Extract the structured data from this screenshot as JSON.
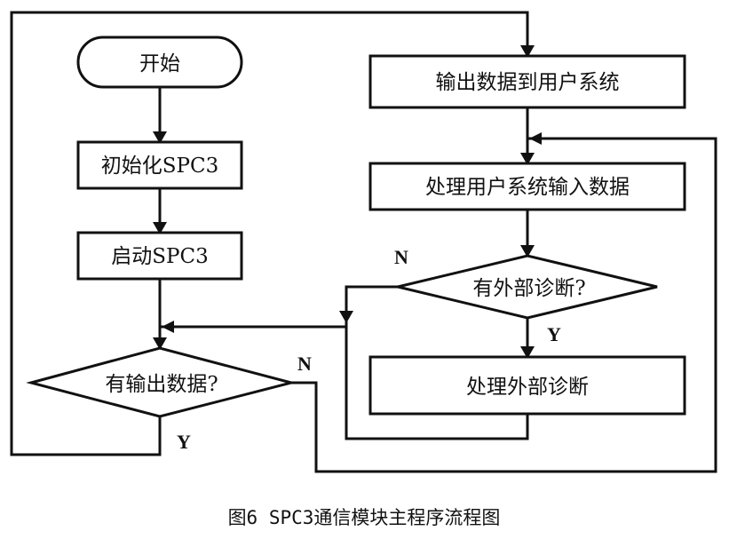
{
  "nodes": {
    "start": "开始",
    "init": "初始化SPC3",
    "launch": "启动SPC3",
    "has_output": "有输出数据?",
    "output_to_user": "输出数据到用户系统",
    "process_input": "处理用户系统输入数据",
    "has_diag": "有外部诊断?",
    "process_diag": "处理外部诊断"
  },
  "labels": {
    "no_right": "N",
    "yes_bottom": "Y",
    "no_left": "N",
    "yes_down": "Y"
  },
  "caption": "图6 SPC3通信模块主程序流程图"
}
